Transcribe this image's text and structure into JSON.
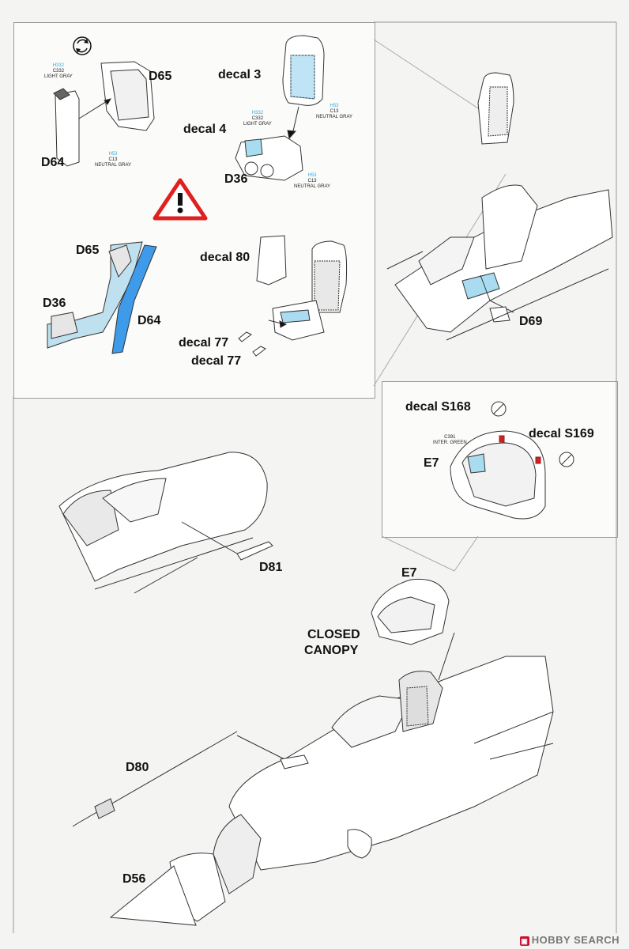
{
  "step_icon": "rotate-arrows-icon",
  "warning_icon": "warning-triangle-icon",
  "labels": {
    "d65_top": "D65",
    "d64_top": "D64",
    "decal3": "decal 3",
    "decal4": "decal 4",
    "d36_top": "D36",
    "d65_mid": "D65",
    "d36_mid": "D36",
    "d64_mid": "D64",
    "decal80": "decal 80",
    "decal77a": "decal 77",
    "decal77b": "decal 77",
    "d69": "D69",
    "decalS168": "decal S168",
    "decalS169": "decal S169",
    "e7_box": "E7",
    "e7_main": "E7",
    "d81": "D81",
    "closed_canopy_1": "CLOSED",
    "closed_canopy_2": "CANOPY",
    "d80": "D80",
    "d56": "D56"
  },
  "color_notes": {
    "n1": {
      "code1": "H332",
      "code2": "C332",
      "name": "LIGHT GRAY"
    },
    "n2": {
      "code1": "H53",
      "code2": "C13",
      "name": "NEUTRAL GRAY"
    },
    "n3": {
      "code1": "H332",
      "code2": "C332",
      "name": "LIGHT GRAY"
    },
    "n4": {
      "code1": "H53",
      "code2": "C13",
      "name": "NEUTRAL GRAY"
    },
    "n5": {
      "code1": "H53",
      "code2": "C13",
      "name": "NEUTRAL GRAY"
    },
    "n6": {
      "code1": "",
      "code2": "C391",
      "name": "INTER. GREEN"
    }
  },
  "colors": {
    "highlight_blue": "#3d9be9",
    "light_blue": "#a9dcf0",
    "warning_red": "#e02020",
    "line": "#333333",
    "decal_red": "#d42020"
  },
  "watermark": "HOBBY SEARCH"
}
